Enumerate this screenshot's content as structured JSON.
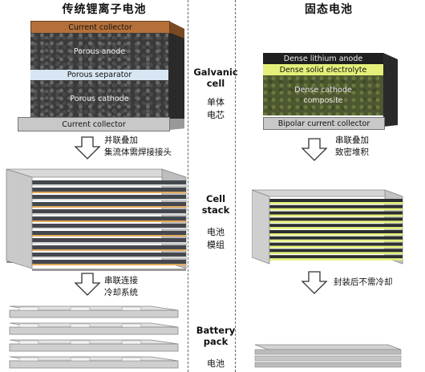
{
  "headers": {
    "left": "传统锂离子电池",
    "right": "固态电池"
  },
  "left_cell": {
    "current_collector_top": "Current collector",
    "porous_anode": "Porous anode",
    "porous_separator": "Porous separator",
    "porous_cathode": "Porous cathode",
    "current_collector_bottom": "Current collector"
  },
  "right_cell": {
    "dense_lithium_anode": "Dense lithium anode",
    "dense_solid_electrolyte": "Dense solid electrolyte",
    "dense_cathode_line1": "Dense cathode",
    "dense_cathode_line2": "composite",
    "bipolar_current_collector": "Bipolar current collector"
  },
  "levels": {
    "galvanic_en_line1": "Galvanic",
    "galvanic_en_line2": "cell",
    "galvanic_zh_line1": "单体",
    "galvanic_zh_line2": "电芯",
    "stack_en_line1": "Cell",
    "stack_en_line2": "stack",
    "stack_zh_line1": "电池",
    "stack_zh_line2": "模组",
    "pack_en_line1": "Battery",
    "pack_en_line2": "pack",
    "pack_zh_line1": "电池"
  },
  "notes": {
    "left_1_line1": "并联叠加",
    "left_1_line2": "集流体需焊接接头",
    "right_1_line1": "串联叠加",
    "right_1_line2": "致密堆积",
    "left_2_line1": "串联连接",
    "left_2_line2": "冷却系统",
    "right_2": "封装后不需冷却"
  },
  "colors": {
    "copper_collector": "#b5703a",
    "aluminum_collector": "#c8c8c8",
    "electrode_dark": "#3a3a3a",
    "separator_light": "#d7e6f2",
    "solid_electrolyte": "#e4f07a",
    "cathode_composite": "#4d5732",
    "stack_spacer": "#e2a95a"
  }
}
